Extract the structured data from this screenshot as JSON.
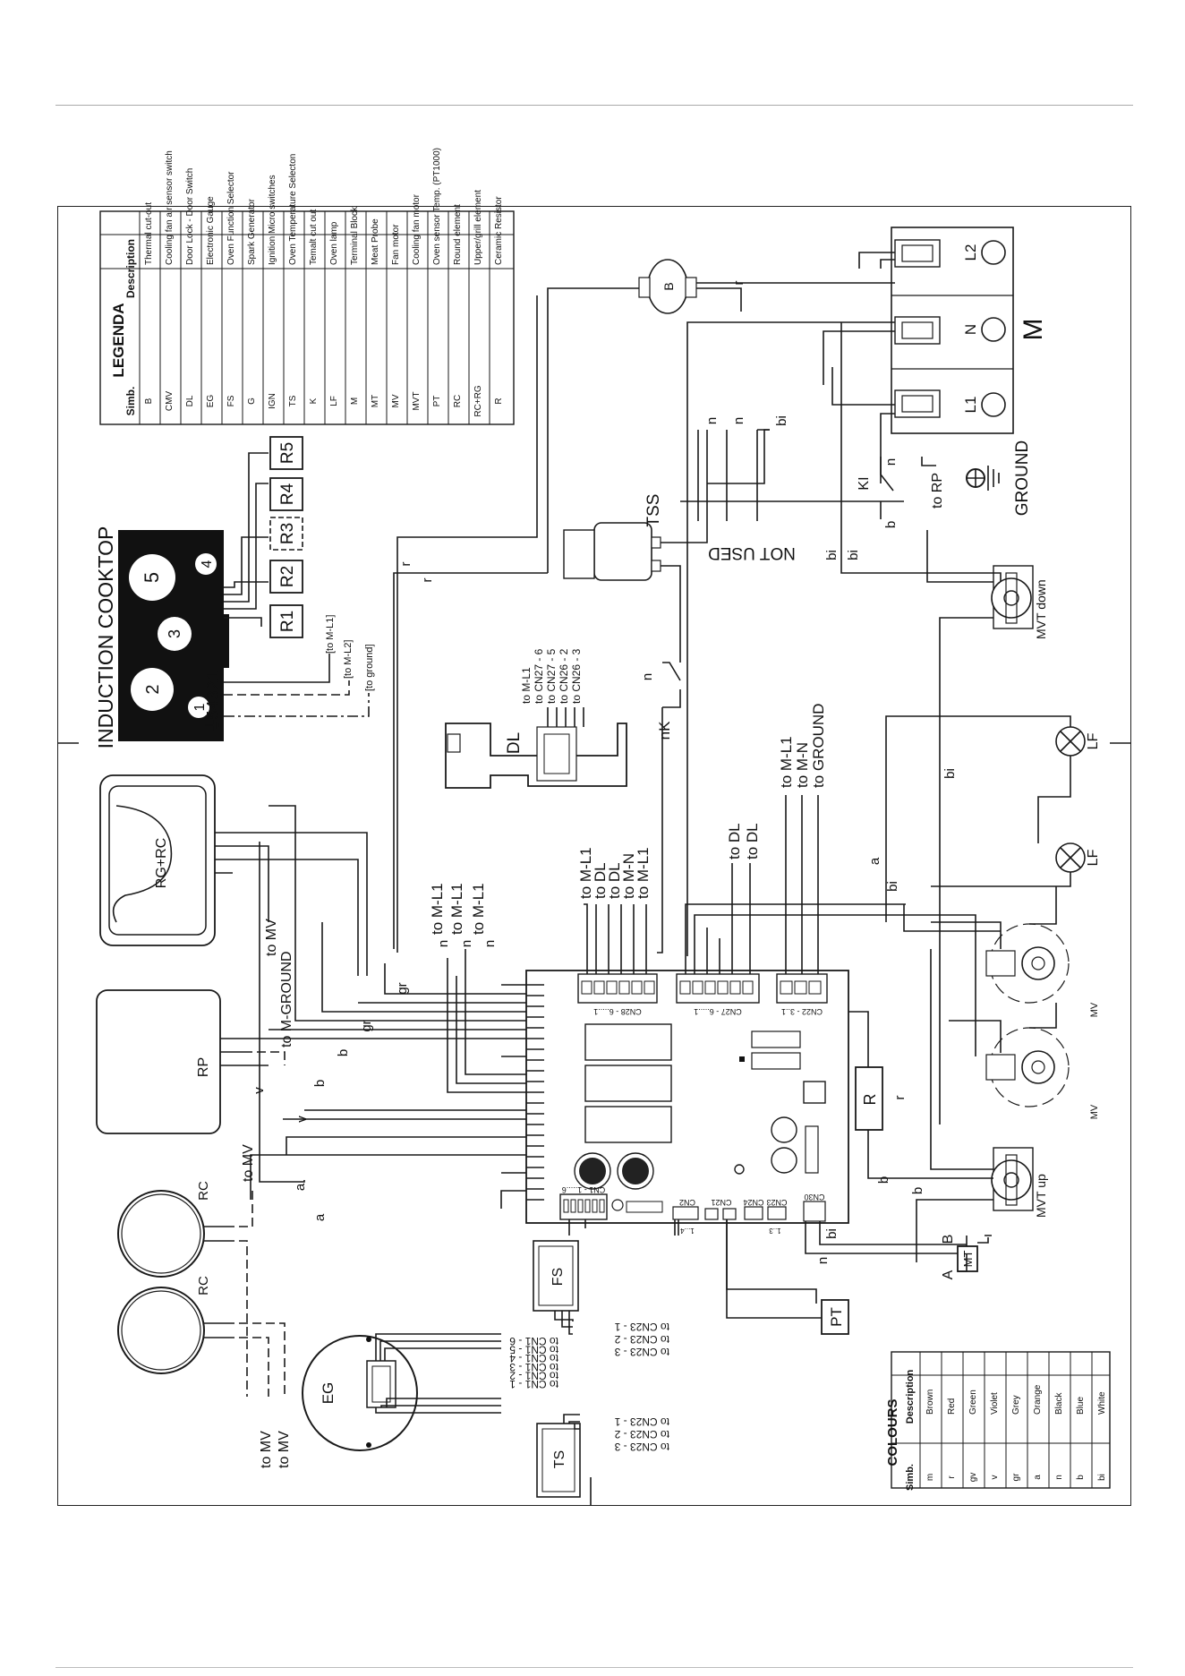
{
  "legend": {
    "title": "LEGENDA",
    "head_simb": "Simb.",
    "head_desc": "Description",
    "rows": [
      {
        "s": "B",
        "d": "Thermal cut-out"
      },
      {
        "s": "CMV",
        "d": "Cooling fan air sensor switch"
      },
      {
        "s": "DL",
        "d": "Door Lock - Door Switch"
      },
      {
        "s": "EG",
        "d": "Electronic Gauge"
      },
      {
        "s": "FS",
        "d": "Oven Function Selector"
      },
      {
        "s": "G",
        "d": "Spark Generator"
      },
      {
        "s": "IGN",
        "d": "Ignition Micro switches"
      },
      {
        "s": "TS",
        "d": "Oven Temperature Selecton"
      },
      {
        "s": "K",
        "d": "Temalt cut out"
      },
      {
        "s": "LF",
        "d": "Oven lamp"
      },
      {
        "s": "M",
        "d": "Terminal Block"
      },
      {
        "s": "MT",
        "d": "Meat Probe"
      },
      {
        "s": "MV",
        "d": "Fan motor"
      },
      {
        "s": "MVT",
        "d": "Cooling fan motor"
      },
      {
        "s": "PT",
        "d": "Oven sensor Temp. (PT1000)"
      },
      {
        "s": "RC",
        "d": "Round element"
      },
      {
        "s": "RC+RG",
        "d": "Upper/grill element"
      },
      {
        "s": "R",
        "d": "Ceramic Resistor"
      }
    ]
  },
  "colours": {
    "title": "COLOURS",
    "head_simb": "Simb.",
    "head_desc": "Description",
    "rows": [
      {
        "s": "m",
        "d": "Brown"
      },
      {
        "s": "r",
        "d": "Red"
      },
      {
        "s": "gv",
        "d": "Green"
      },
      {
        "s": "v",
        "d": "Violet"
      },
      {
        "s": "gr",
        "d": "Grey"
      },
      {
        "s": "a",
        "d": "Orange"
      },
      {
        "s": "n",
        "d": "Black"
      },
      {
        "s": "b",
        "d": "Blue"
      },
      {
        "s": "bi",
        "d": "White"
      }
    ]
  },
  "cooktop": {
    "title": "INDUCTION COOKTOP",
    "zones": [
      "1",
      "2",
      "3",
      "4",
      "5"
    ],
    "terminals": "54321",
    "resistors": [
      "R1",
      "R2",
      "R3",
      "R4",
      "R5"
    ],
    "links": [
      "[to M-L1]",
      "[to M-L2]",
      "[to ground]"
    ]
  },
  "labels": {
    "rg_rc": "RG+RC",
    "rp": "RP",
    "rc": "RC",
    "eg": "EG",
    "fs": "FS",
    "ts": "TS",
    "pt": "PT",
    "r": "R",
    "dl": "DL",
    "tss": "TSS",
    "b": "B",
    "mt": "MT",
    "a": "A",
    "m": "M",
    "l1": "L1",
    "n": "N",
    "l2": "L2",
    "lf": "LF",
    "mv": "MV",
    "mvt_down": "MVT down",
    "mvt_up": "MVT up",
    "kl": "KI",
    "nk": "nK",
    "to_rp": "to RP",
    "ground": "GROUND",
    "not_used": "NOT USED",
    "to_mv": "to MV",
    "to_m_ground": "to M-GROUND",
    "to_m_l1": "to M-L1",
    "to_dl": "to DL",
    "to_m_n": "to M-N",
    "to_ground": "to GROUND",
    "cn28": "CN28 - 6.....1",
    "cn27": "CN27 - 6.....1",
    "cn22": "CN22 - 3..1",
    "cn1": "CN1 - 1.....6",
    "cn2": "CN2",
    "cn21": "CN21",
    "cn24": "CN24",
    "cn23": "CN23",
    "cn30": "CN30",
    "cn2_14": "1...4",
    "cn23_13": "1..3",
    "dl_links": [
      "to M-L1",
      "to CN27 - 6",
      "to CN27 - 5",
      "to CN26 - 2",
      "to CN26 - 3"
    ],
    "eg_links": [
      "to CN1 - 6",
      "to CN1 - 5",
      "to CN1 - 4",
      "to CN1 - 3",
      "to CN1 - 2",
      "to CN1 - 1"
    ],
    "fs_links": [
      "to CN23 - 1",
      "to CN23 - 2",
      "to CN23 - 3"
    ],
    "ts_links": [
      "to CN23 - 1",
      "to CN23 - 2",
      "to CN23 - 3"
    ]
  },
  "wire_codes": {
    "n": "n",
    "bi": "bi",
    "r": "r",
    "b": "b",
    "gr": "gr",
    "a": "a",
    "v": "v"
  }
}
